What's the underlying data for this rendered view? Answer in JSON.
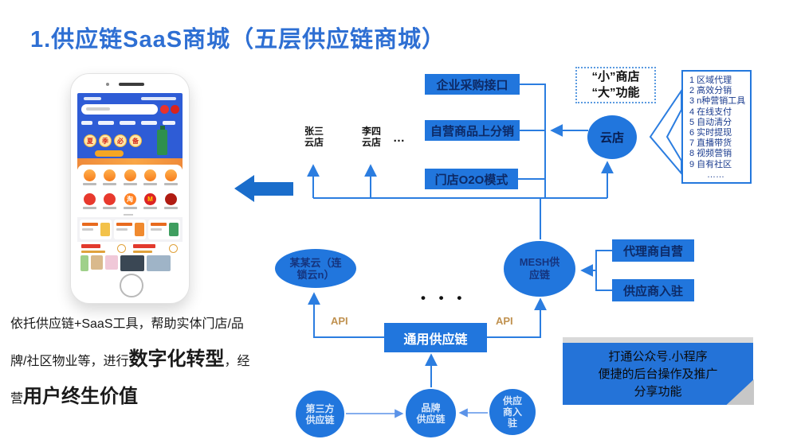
{
  "title": "1.供应链SaaS商城（五层供应链商城）",
  "intro": {
    "normal1": "依托供应链+SaaS工具，帮助实体门店/品牌/社区物业等，进行",
    "bold1": "数字化转型",
    "normal2": "，经营",
    "bold2": "用户终生价值"
  },
  "phone": {
    "banner_chars": [
      "夏",
      "季",
      "必",
      "备"
    ],
    "taobao_char": "淘",
    "mcd_char": "M"
  },
  "flow": {
    "box_enterprise": "企业采购接口",
    "box_selfrun": "自营商品上分销",
    "box_o2o": "门店O2O模式",
    "store_zhangsan": "张三\n云店",
    "store_lisi": "李四\n云店",
    "ellipsis_stores": "…",
    "note_small_shop": "“小”商店\n“大”功能",
    "features": [
      "1 区域代理",
      "2 高效分销",
      "3 n种营销工具",
      "4 在线支付",
      "5 自动清分",
      "6 实时提现",
      "7 直播带货",
      "8 视频营销",
      "9 自有社区",
      "……"
    ],
    "circle_yundian": "云店",
    "ellipse_mesh": "MESH供\n应链",
    "ellipse_cloud": "某某云（连\n锁云n）",
    "box_universal": "通用供应链",
    "api_left": "API",
    "api_right": "API",
    "dots_mid": "• • •",
    "box_agent": "代理商自营",
    "box_supplier": "供应商入驻",
    "circle_thirdparty": "第三方\n供应链",
    "circle_brand": "品牌\n供应链",
    "circle_supplier_join": "供应\n商入\n驻",
    "banner_promo": "打通公众号.小程序\n便捷的后台操作及推广\n分享功能"
  },
  "colors": {
    "title_blue": "#2e6fd3",
    "box_blue": "#2176dd",
    "line_blue": "#2b7de0",
    "api_orange": "#c0914f",
    "promo_banner_blue": "#2473d8"
  }
}
